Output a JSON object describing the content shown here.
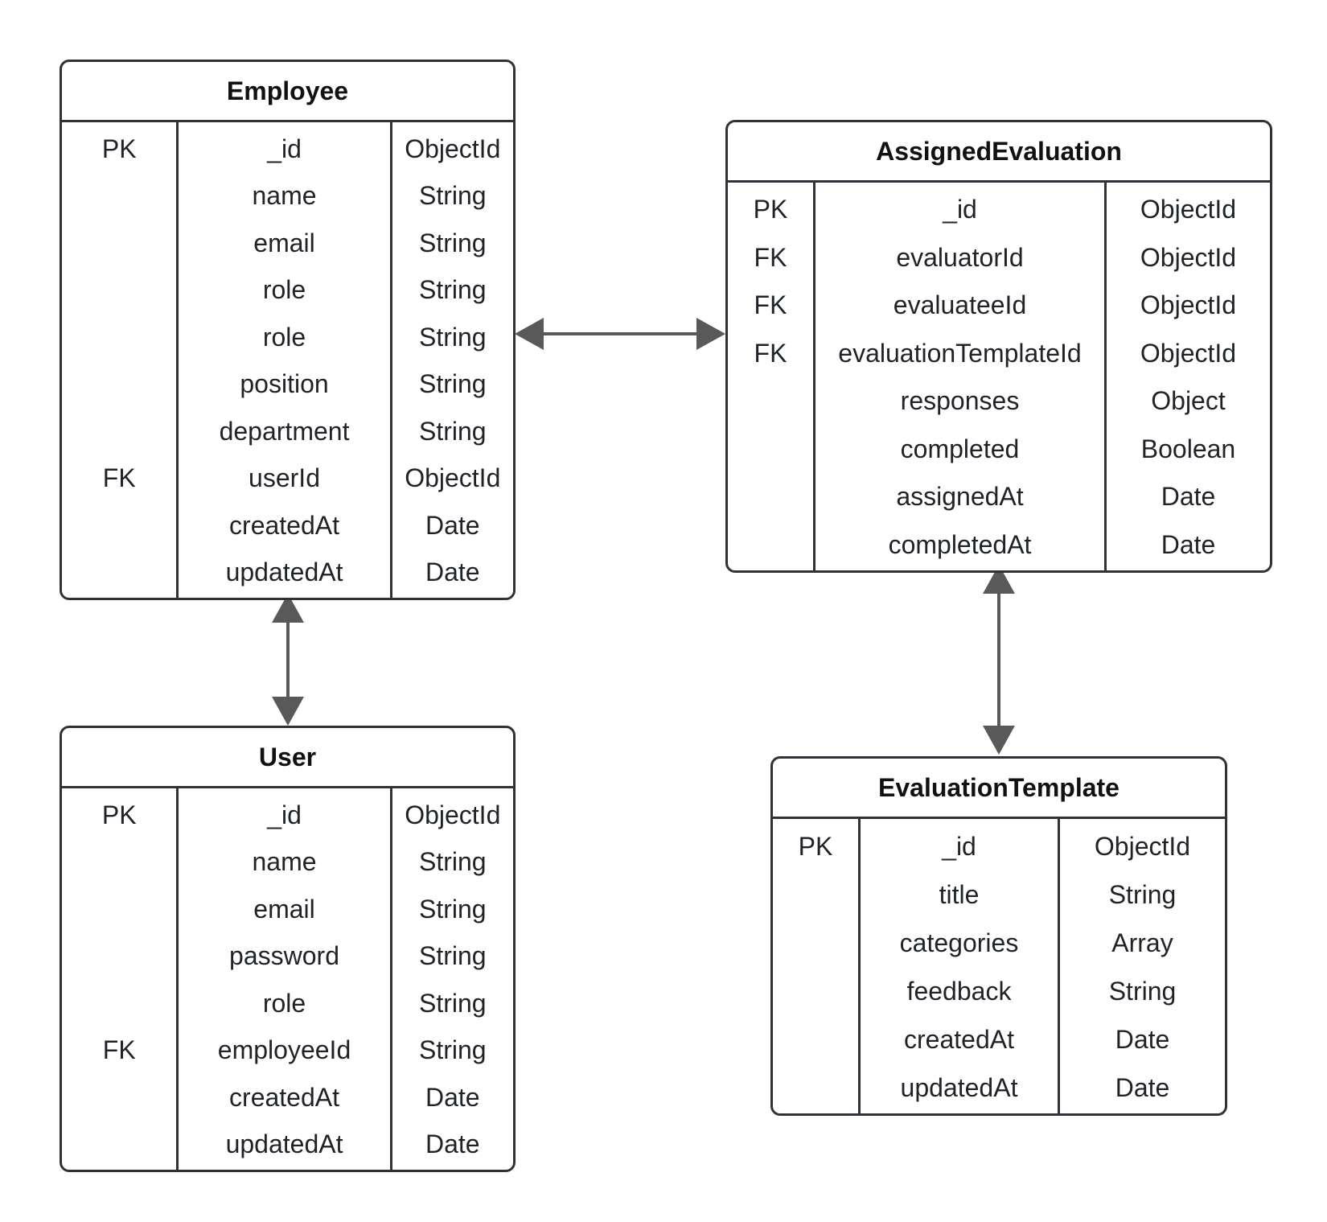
{
  "diagram_type": "entity-relationship",
  "entities": {
    "employee": {
      "title": "Employee",
      "rows": [
        {
          "key": "PK",
          "name": "_id",
          "type": "ObjectId"
        },
        {
          "key": "",
          "name": "name",
          "type": "String"
        },
        {
          "key": "",
          "name": "email",
          "type": "String"
        },
        {
          "key": "",
          "name": "role",
          "type": "String"
        },
        {
          "key": "",
          "name": "role",
          "type": "String"
        },
        {
          "key": "",
          "name": "position",
          "type": "String"
        },
        {
          "key": "",
          "name": "department",
          "type": "String"
        },
        {
          "key": "FK",
          "name": "userId",
          "type": "ObjectId"
        },
        {
          "key": "",
          "name": "createdAt",
          "type": "Date"
        },
        {
          "key": "",
          "name": "updatedAt",
          "type": "Date"
        }
      ]
    },
    "user": {
      "title": "User",
      "rows": [
        {
          "key": "PK",
          "name": "_id",
          "type": "ObjectId"
        },
        {
          "key": "",
          "name": "name",
          "type": "String"
        },
        {
          "key": "",
          "name": "email",
          "type": "String"
        },
        {
          "key": "",
          "name": "password",
          "type": "String"
        },
        {
          "key": "",
          "name": "role",
          "type": "String"
        },
        {
          "key": "FK",
          "name": "employeeId",
          "type": "String"
        },
        {
          "key": "",
          "name": "createdAt",
          "type": "Date"
        },
        {
          "key": "",
          "name": "updatedAt",
          "type": "Date"
        }
      ]
    },
    "assigned_evaluation": {
      "title": "AssignedEvaluation",
      "rows": [
        {
          "key": "PK",
          "name": "_id",
          "type": "ObjectId"
        },
        {
          "key": "FK",
          "name": "evaluatorId",
          "type": "ObjectId"
        },
        {
          "key": "FK",
          "name": "evaluateeId",
          "type": "ObjectId"
        },
        {
          "key": "FK",
          "name": "evaluationTemplateId",
          "type": "ObjectId"
        },
        {
          "key": "",
          "name": "responses",
          "type": "Object"
        },
        {
          "key": "",
          "name": "completed",
          "type": "Boolean"
        },
        {
          "key": "",
          "name": "assignedAt",
          "type": "Date"
        },
        {
          "key": "",
          "name": "completedAt",
          "type": "Date"
        }
      ]
    },
    "evaluation_template": {
      "title": "EvaluationTemplate",
      "rows": [
        {
          "key": "PK",
          "name": "_id",
          "type": "ObjectId"
        },
        {
          "key": "",
          "name": "title",
          "type": "String"
        },
        {
          "key": "",
          "name": "categories",
          "type": "Array"
        },
        {
          "key": "",
          "name": "feedback",
          "type": "String"
        },
        {
          "key": "",
          "name": "createdAt",
          "type": "Date"
        },
        {
          "key": "",
          "name": "updatedAt",
          "type": "Date"
        }
      ]
    }
  },
  "relationships": [
    {
      "from": "employee",
      "to": "assigned_evaluation",
      "arrows": "both"
    },
    {
      "from": "employee",
      "to": "user",
      "arrows": "both"
    },
    {
      "from": "assigned_evaluation",
      "to": "evaluation_template",
      "arrows": "both"
    }
  ],
  "colors": {
    "border": "#2f3236",
    "connector": "#595959",
    "text": "#1f2328"
  }
}
